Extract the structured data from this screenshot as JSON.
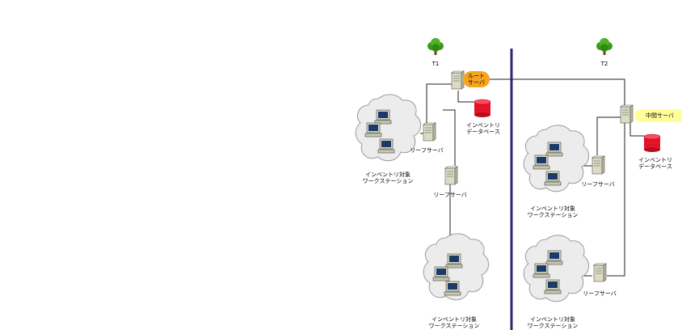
{
  "trees": [
    {
      "label": "T1"
    },
    {
      "label": "T2"
    }
  ],
  "servers": {
    "root": "ルート\nサーバ",
    "intermediate": "中間サーバ",
    "leaf": "リーフサーバ"
  },
  "database_label": "インベントリ\nデータベース",
  "workstations_label": "インベントリ対象\nワークステーション",
  "colors": {
    "divider": "#2b2a6e",
    "root_bubble": "#f7a521",
    "intermediate_bubble": "#ffff99",
    "database": "#e8142a",
    "tree": "#3a9a1a"
  }
}
